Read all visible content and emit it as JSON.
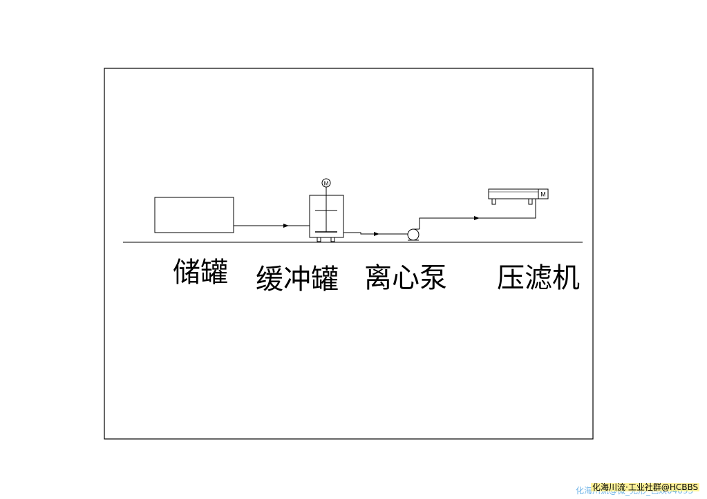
{
  "labels": {
    "storage_tank": "储罐",
    "buffer_tank": "缓冲罐",
    "centrifugal_pump": "离心泵",
    "filter_press": "压滤机"
  },
  "motor_symbols": {
    "agitator_motor": "M",
    "filter_press_motor": "M"
  },
  "watermarks": {
    "primary": "化海川流·工业社群@HCBBS",
    "secondary": "化海川流@微_无形_色欢04093"
  },
  "colors": {
    "line": "#000000",
    "background": "#ffffff",
    "watermark_blue": "#6fb4e8",
    "watermark_highlight": "#ffee78"
  }
}
